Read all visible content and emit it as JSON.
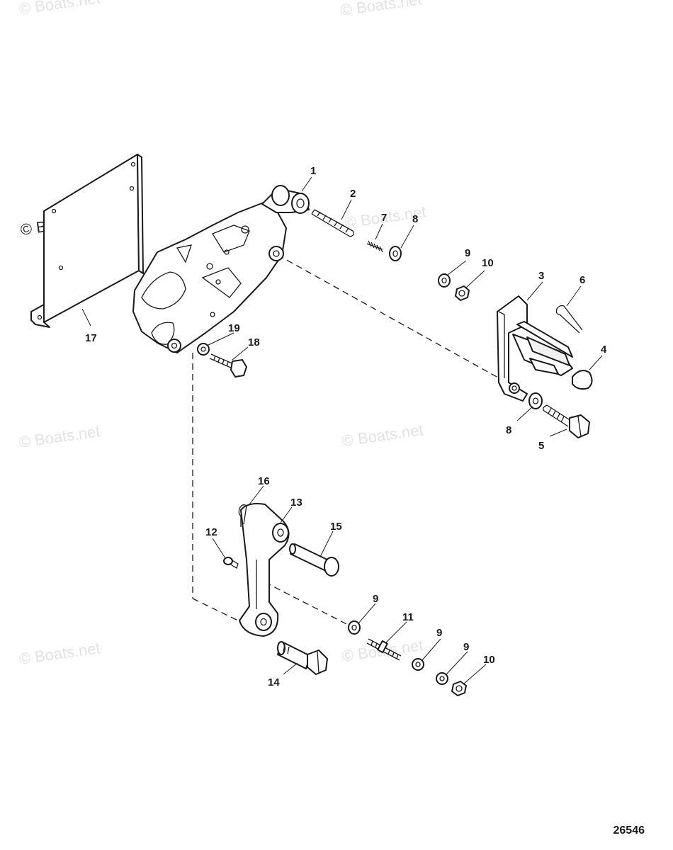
{
  "watermark": {
    "text": "© Boats.net"
  },
  "figure_number": "26546",
  "callouts": [
    {
      "id": "c1",
      "text": "1"
    },
    {
      "id": "c2",
      "text": "2"
    },
    {
      "id": "c3",
      "text": "3"
    },
    {
      "id": "c4",
      "text": "4"
    },
    {
      "id": "c5",
      "text": "5"
    },
    {
      "id": "c6",
      "text": "6"
    },
    {
      "id": "c7",
      "text": "7"
    },
    {
      "id": "c8a",
      "text": "8"
    },
    {
      "id": "c8b",
      "text": "8"
    },
    {
      "id": "c9a",
      "text": "9"
    },
    {
      "id": "c9b",
      "text": "9"
    },
    {
      "id": "c9c",
      "text": "9"
    },
    {
      "id": "c9d",
      "text": "9"
    },
    {
      "id": "c10a",
      "text": "10"
    },
    {
      "id": "c10b",
      "text": "10"
    },
    {
      "id": "c11",
      "text": "11"
    },
    {
      "id": "c12",
      "text": "12"
    },
    {
      "id": "c13",
      "text": "13"
    },
    {
      "id": "c14",
      "text": "14"
    },
    {
      "id": "c15",
      "text": "15"
    },
    {
      "id": "c16",
      "text": "16"
    },
    {
      "id": "c17",
      "text": "17"
    },
    {
      "id": "c18",
      "text": "18"
    },
    {
      "id": "c19",
      "text": "19"
    }
  ]
}
